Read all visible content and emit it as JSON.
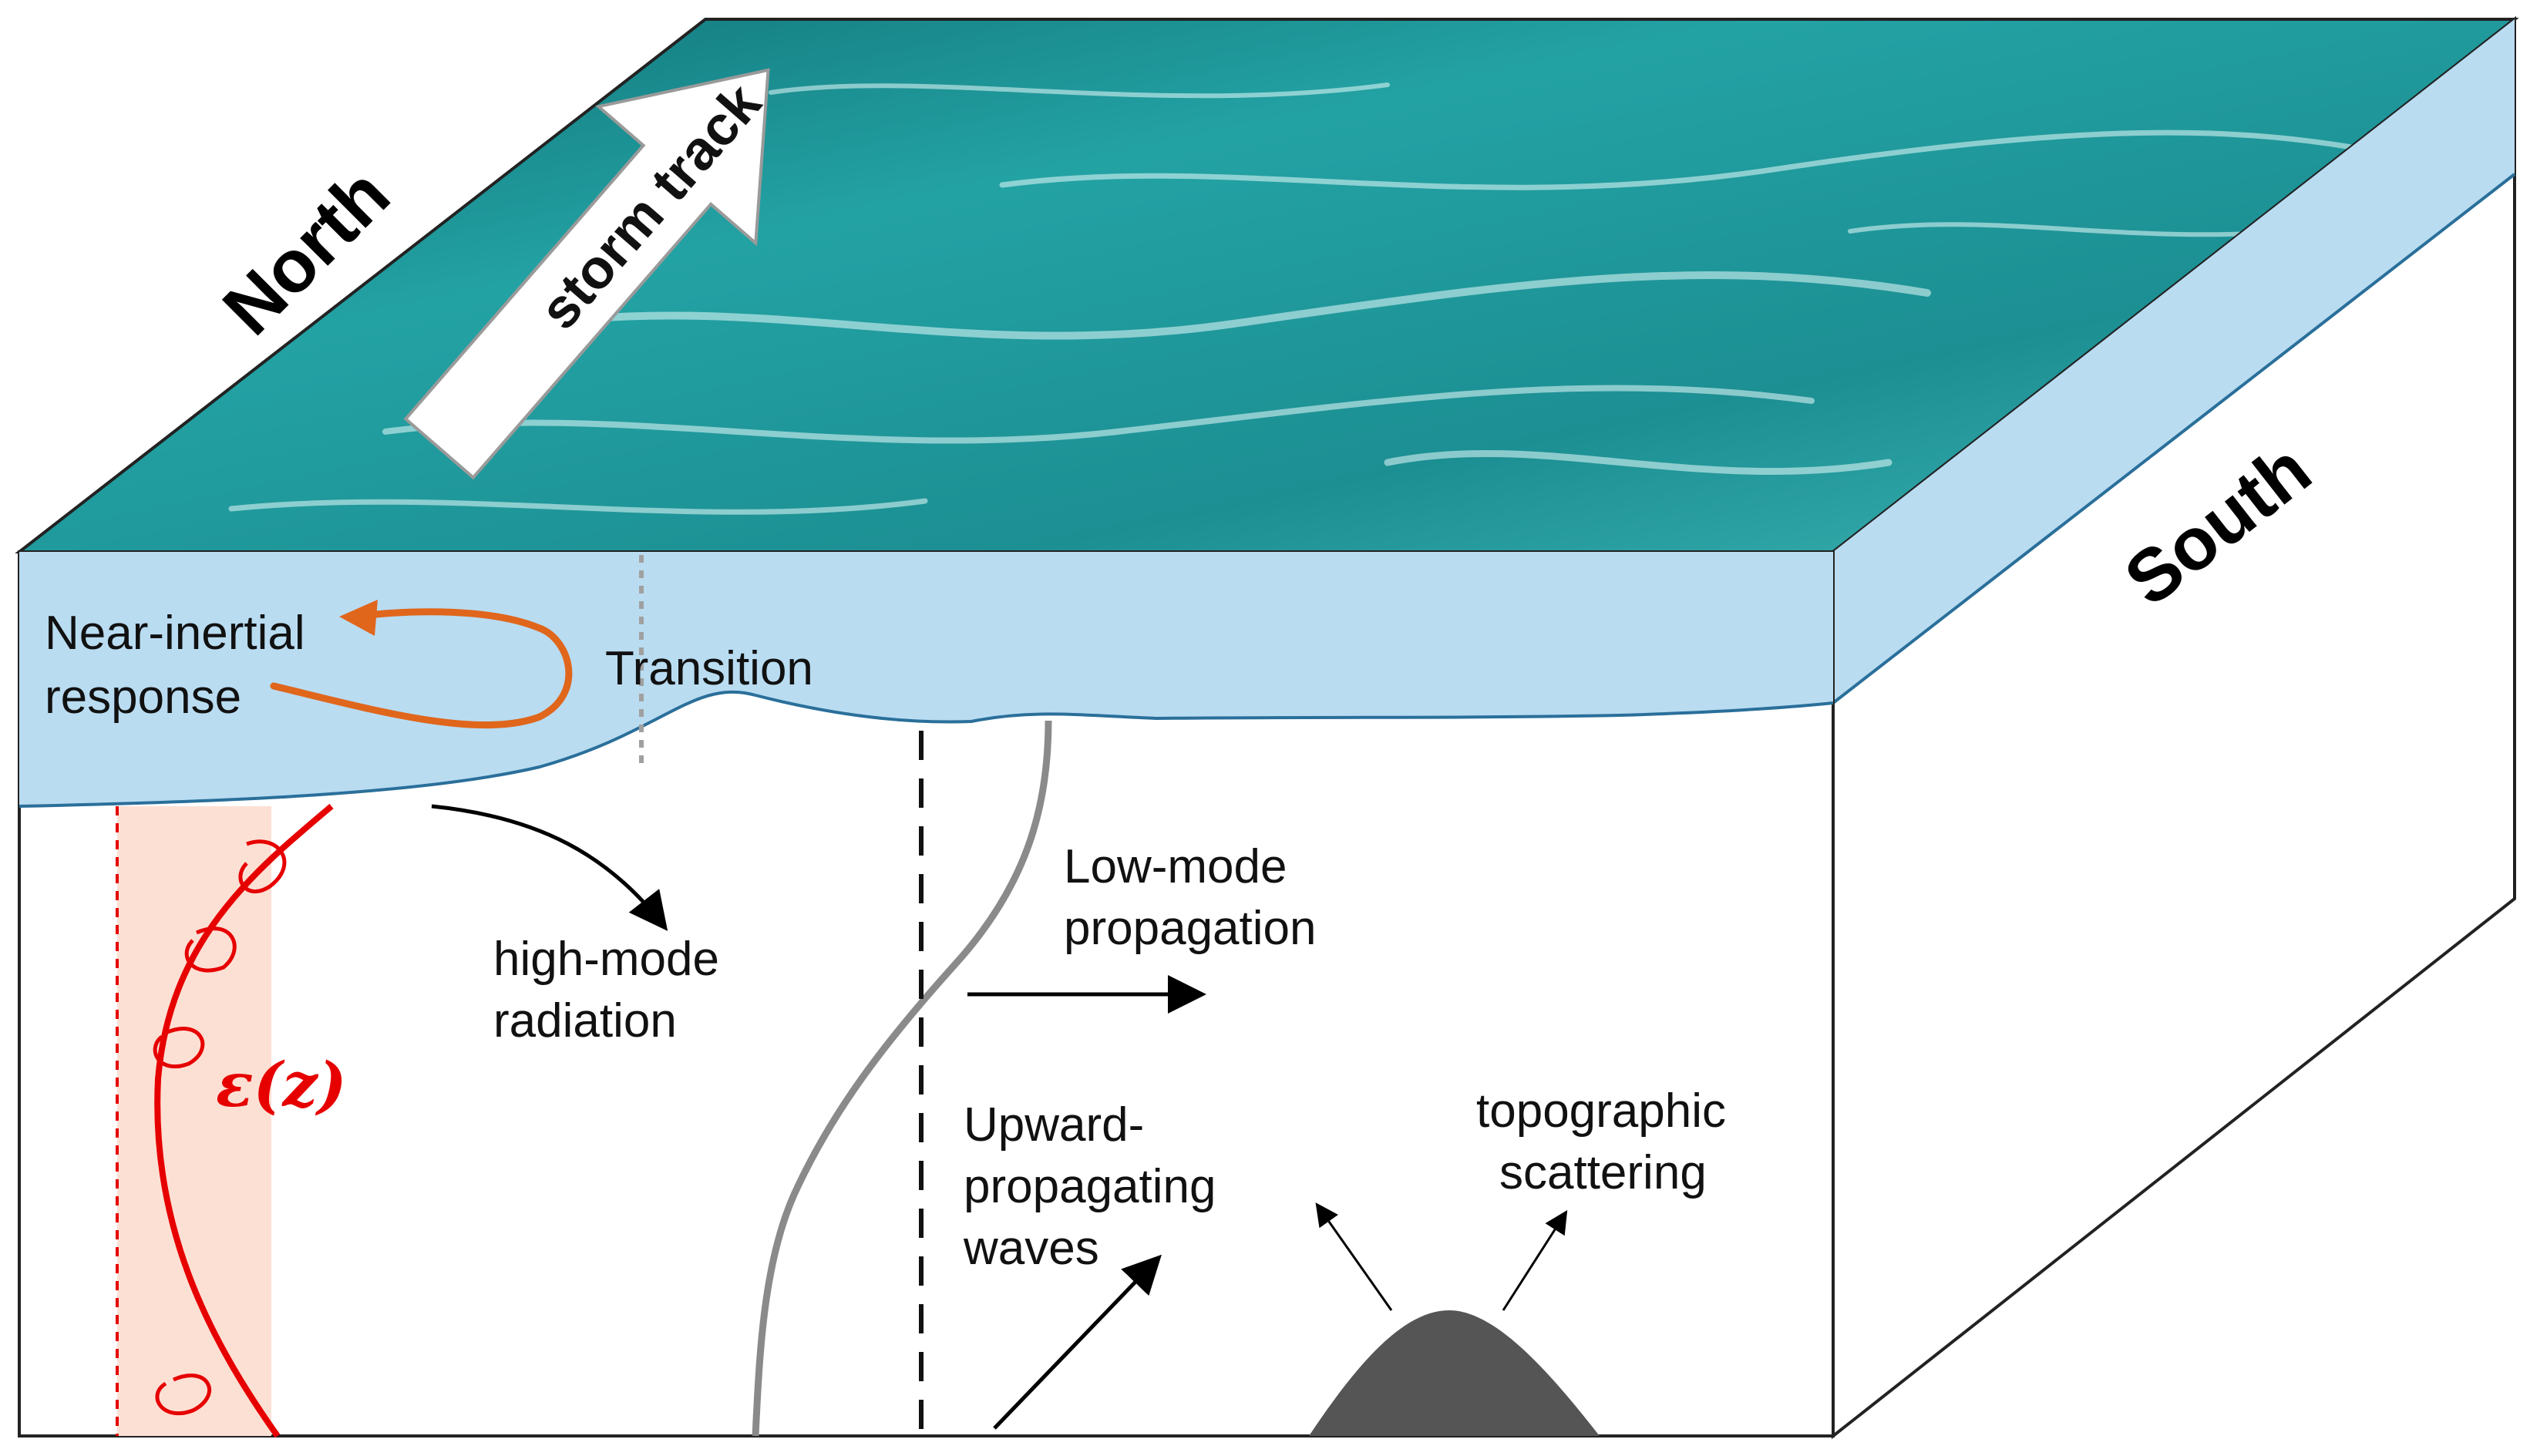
{
  "compass": {
    "north": "North",
    "south": "South"
  },
  "arrow_label": "storm track",
  "labels": {
    "near_inertial_line1": "Near-inertial",
    "near_inertial_line2": "response",
    "transition": "Transition",
    "high_mode_line1": "high-mode",
    "high_mode_line2": "radiation",
    "low_mode_line1": "Low-mode",
    "low_mode_line2": "propagation",
    "upward_line1": "Upward-",
    "upward_line2": "propagating",
    "upward_line3": "waves",
    "topo_line1": "topographic",
    "topo_line2": "scattering",
    "epsilon": "ε(z)"
  },
  "colors": {
    "ocean_surface": "#1f9a9c",
    "mixed_layer": "#b9dcf1",
    "dissipation": "#e60000",
    "dissipation_fill": "#fde0d4",
    "near_inertial_loop": "#e0661c",
    "stratification_profile": "#8a8a8a",
    "topography": "#555555"
  }
}
